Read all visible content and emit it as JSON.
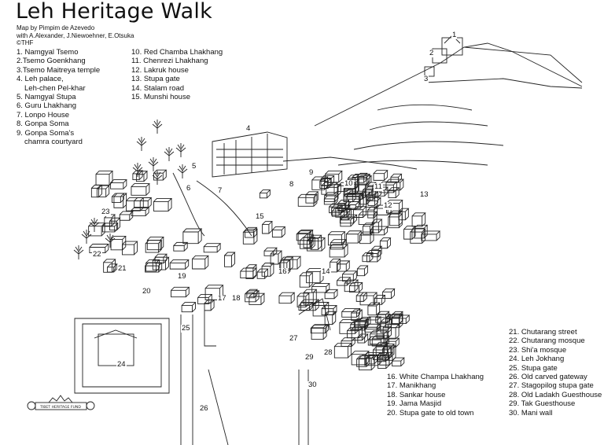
{
  "title": "Leh Heritage Walk",
  "credits": [
    "Map by Pimpim de Azevedo",
    "with A.Alexander, J.Niewoehner, E.Otsuka",
    "©THF"
  ],
  "logo_text": "TIBET HERITAGE FUND",
  "legend_col1": [
    {
      "n": "1",
      "label": "1. Namgyal Tsemo"
    },
    {
      "n": "2",
      "label": "2.Tsemo Goenkhang"
    },
    {
      "n": "3",
      "label": "3.Tsemo Maitreya temple"
    },
    {
      "n": "4",
      "label": "4. Leh palace,"
    },
    {
      "n": "4b",
      "label": "Leh-chen Pel-khar"
    },
    {
      "n": "5",
      "label": "5. Namgyal Stupa"
    },
    {
      "n": "6",
      "label": "6. Guru Lhakhang"
    },
    {
      "n": "7",
      "label": "7. Lonpo House"
    },
    {
      "n": "8",
      "label": "8. Gonpa Soma"
    },
    {
      "n": "9",
      "label": "9. Gonpa Soma's"
    },
    {
      "n": "9b",
      "label": "chamra courtyard"
    }
  ],
  "legend_col2": [
    "10. Red Chamba Lhakhang",
    "11. Chenrezi Lhakhang",
    "12. Lakruk house",
    "13. Stupa gate",
    "14. Stalam road",
    "15. Munshi house"
  ],
  "legend_col3": [
    "16. White Champa Lhakhang",
    "17. Manikhang",
    "18. Sankar house",
    "19. Jama Masjid",
    "20. Stupa gate to old town"
  ],
  "legend_col4": [
    "21. Chutarang street",
    "22. Chutarang mosque",
    "23. Shi'a mosque",
    "24. Leh Jokhang",
    "25. Stupa gate",
    "26. Old carved gateway",
    "27. Stagopilog stupa gate",
    "28. Old Ladakh Guesthouse",
    "29. Tak Guesthouse",
    "30. Mani wall"
  ],
  "map_numbers": [
    "1",
    "2",
    "3",
    "4",
    "5",
    "6",
    "7",
    "8",
    "9",
    "10",
    "11",
    "12",
    "13",
    "14",
    "15",
    "16",
    "17",
    "18",
    "19",
    "20",
    "21",
    "22",
    "23",
    "24",
    "25",
    "26",
    "27",
    "28",
    "29",
    "30"
  ]
}
